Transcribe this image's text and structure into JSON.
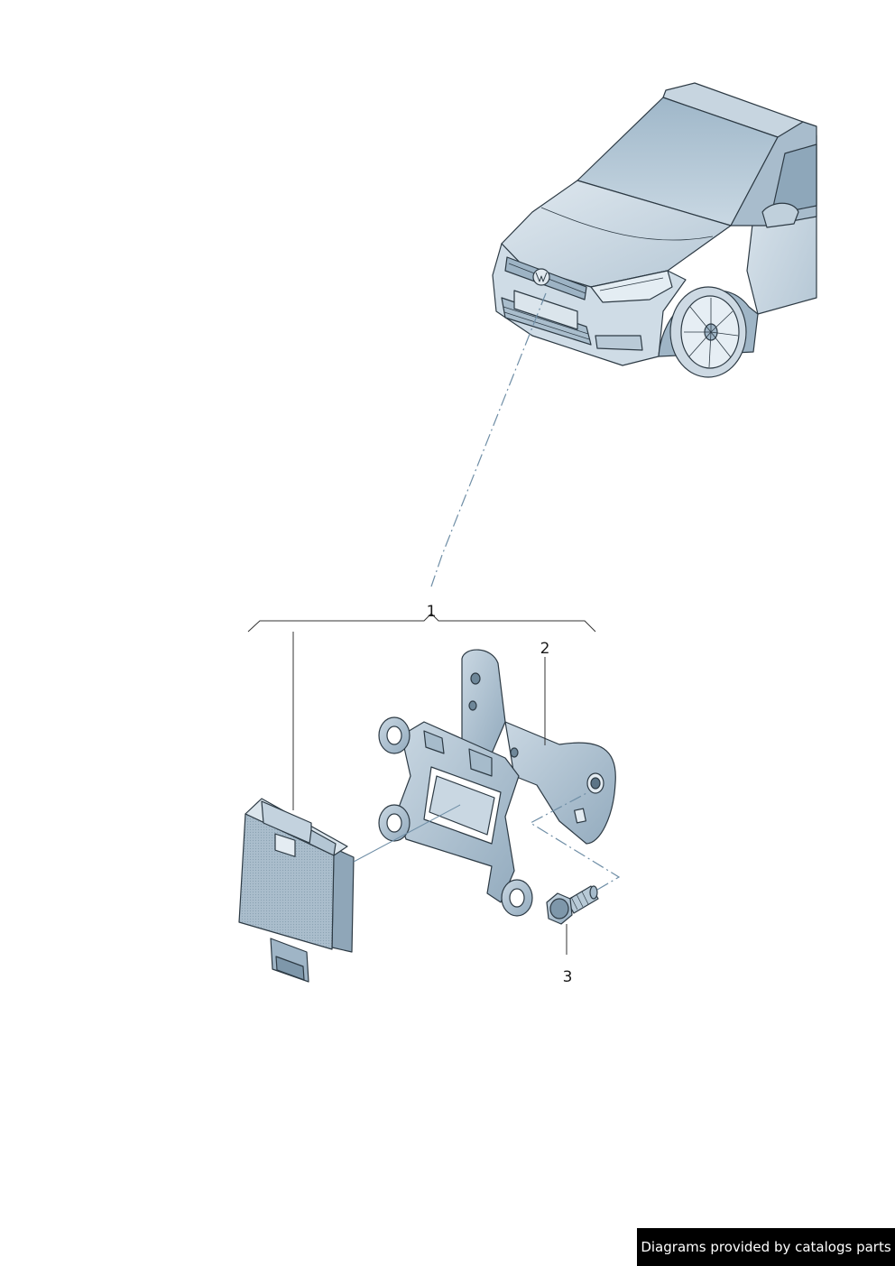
{
  "diagram": {
    "callouts": [
      "1",
      "2",
      "3"
    ],
    "credit": "Diagrams provided by catalogs parts",
    "parts": [
      "vehicle-front",
      "radar-sensor-control-unit",
      "mounting-bracket",
      "hex-bolt"
    ],
    "colors": {
      "part_fill": "#b4c6d4",
      "part_fill_light": "#d3dfe8",
      "part_fill_dark": "#8fa6b8",
      "outline": "#2d3a44",
      "leader": "#333333",
      "dash": "#6f8ea6"
    }
  }
}
